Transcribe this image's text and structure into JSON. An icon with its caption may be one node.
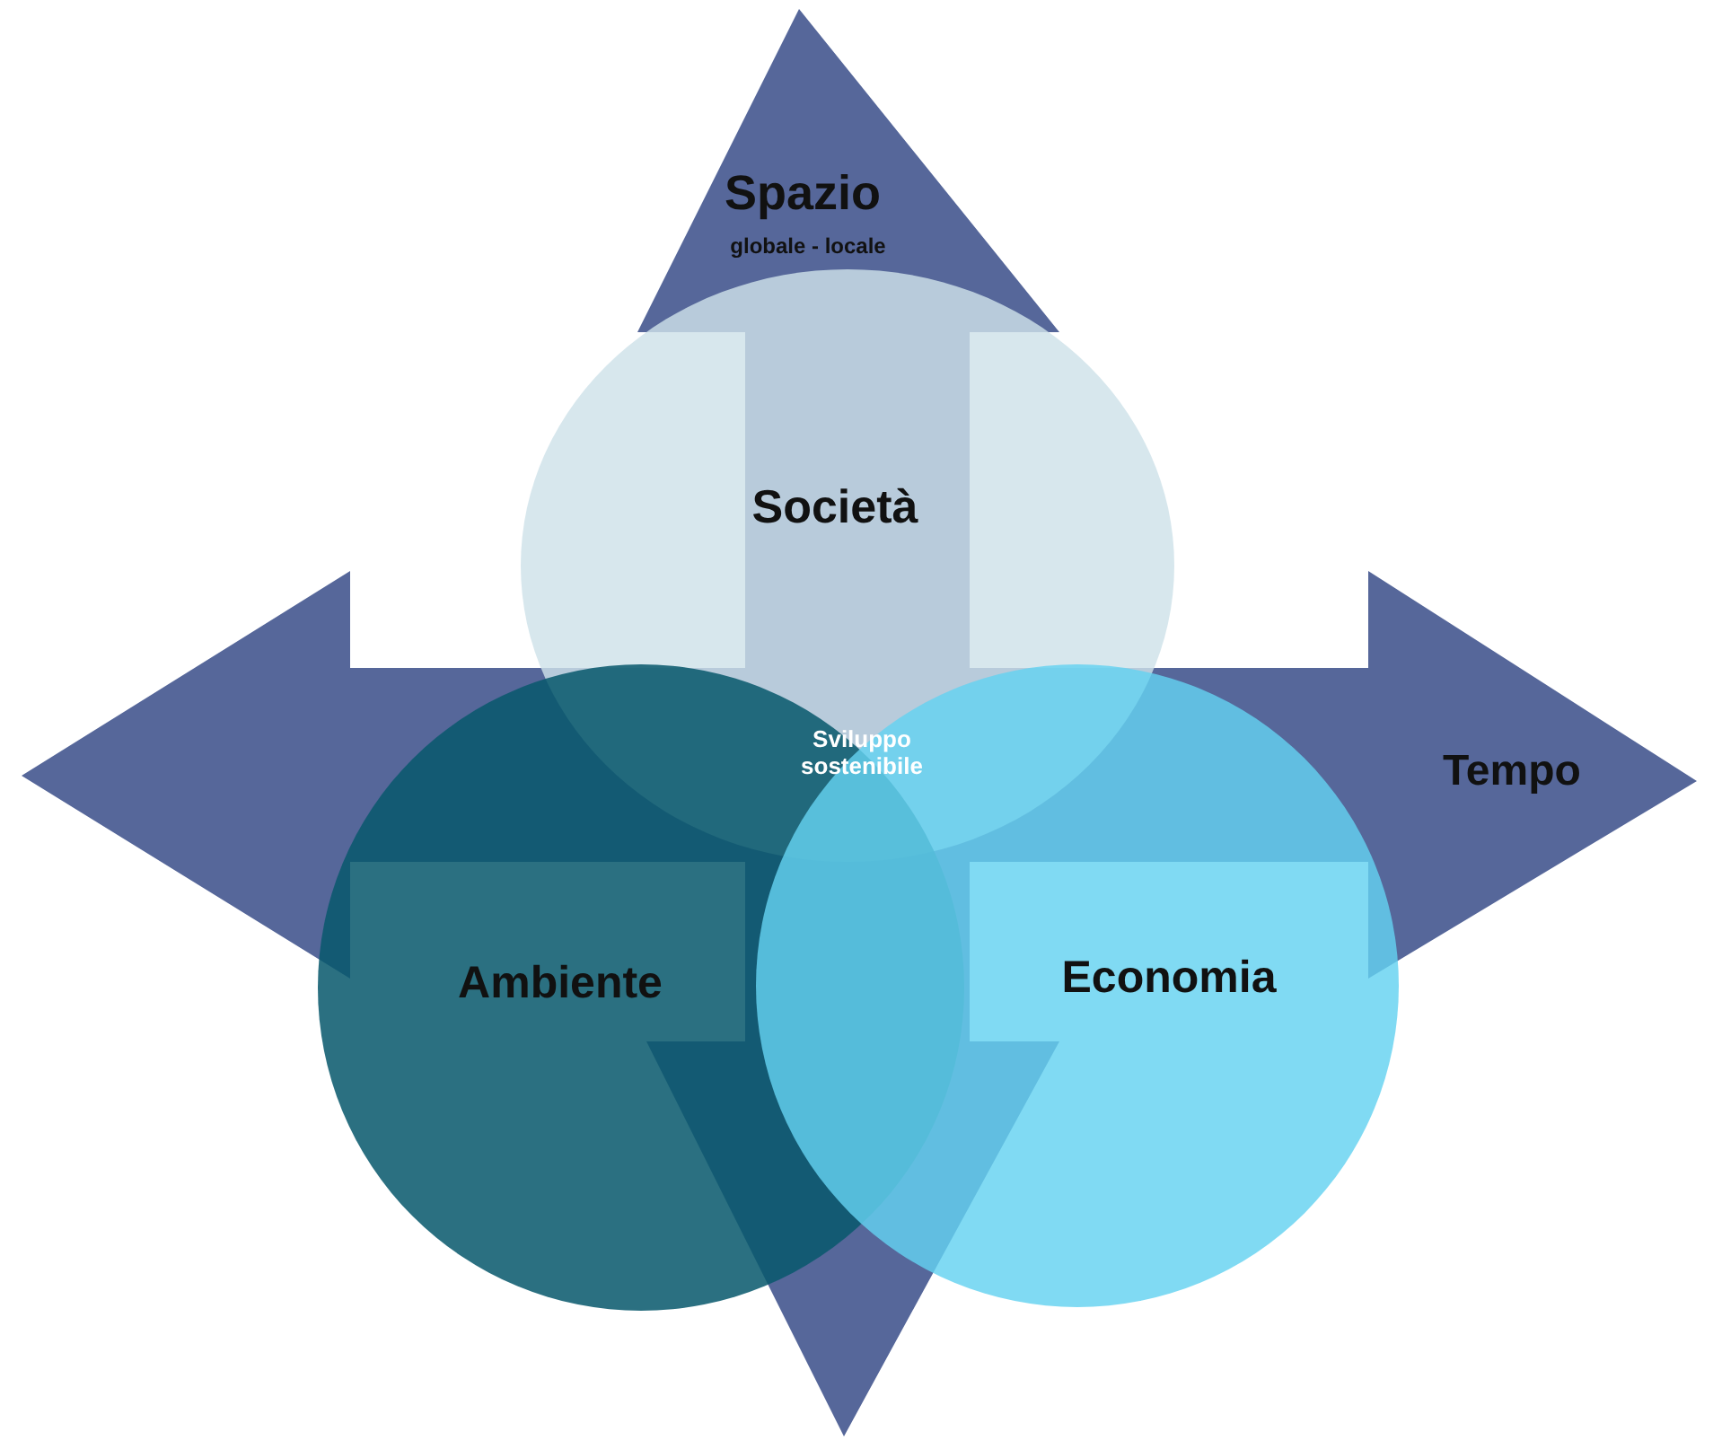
{
  "diagram": {
    "nodes": [
      {
        "text": [
          "Spazio",
          "globale - locale"
        ]
      },
      {
        "text": [
          "Società"
        ]
      },
      {
        "text": [
          "Sviluppo sostenibile"
        ]
      },
      {
        "text": [
          "Tempo"
        ]
      },
      {
        "text": [
          "Ambiente"
        ]
      },
      {
        "text": [
          "Economia"
        ]
      }
    ]
  }
}
